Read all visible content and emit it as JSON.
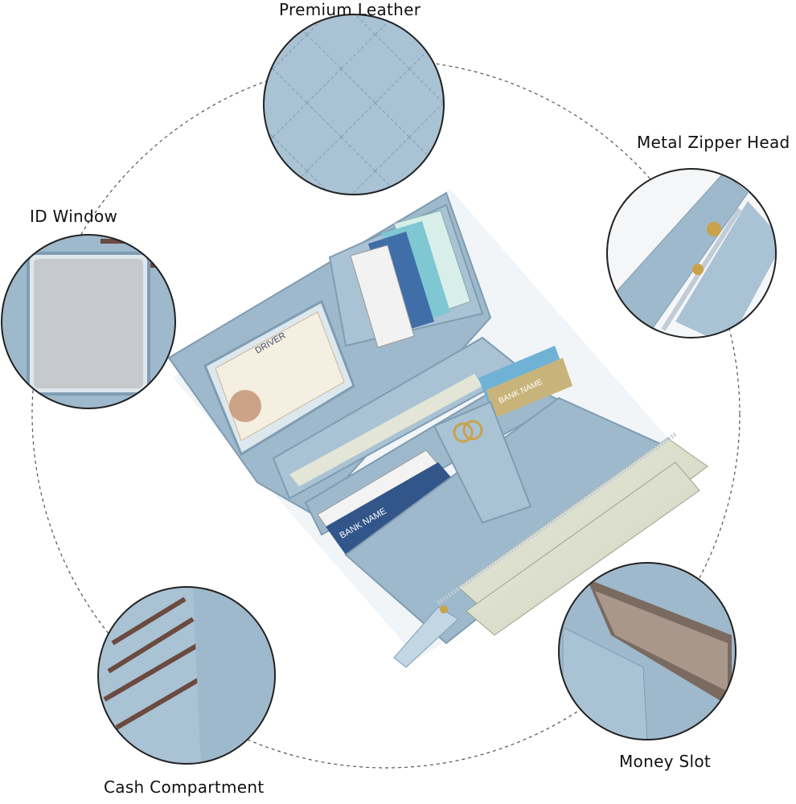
{
  "product": {
    "primary_color": "#9fb9cc",
    "shadow_color": "#7f9cb2",
    "highlight_color": "#c2d6e3",
    "slot_color": "#6b4a3f",
    "hardware_color": "#c9a24a"
  },
  "callouts": {
    "premium_leather": "Premium Leather",
    "metal_zipper_head": "Metal Zipper Head",
    "id_window": "ID Window",
    "money_slot": "Money Slot",
    "cash_compartment": "Cash Compartment"
  },
  "card_texts": {
    "bank_name": "BANK NAME",
    "driver": "DRIVER"
  }
}
